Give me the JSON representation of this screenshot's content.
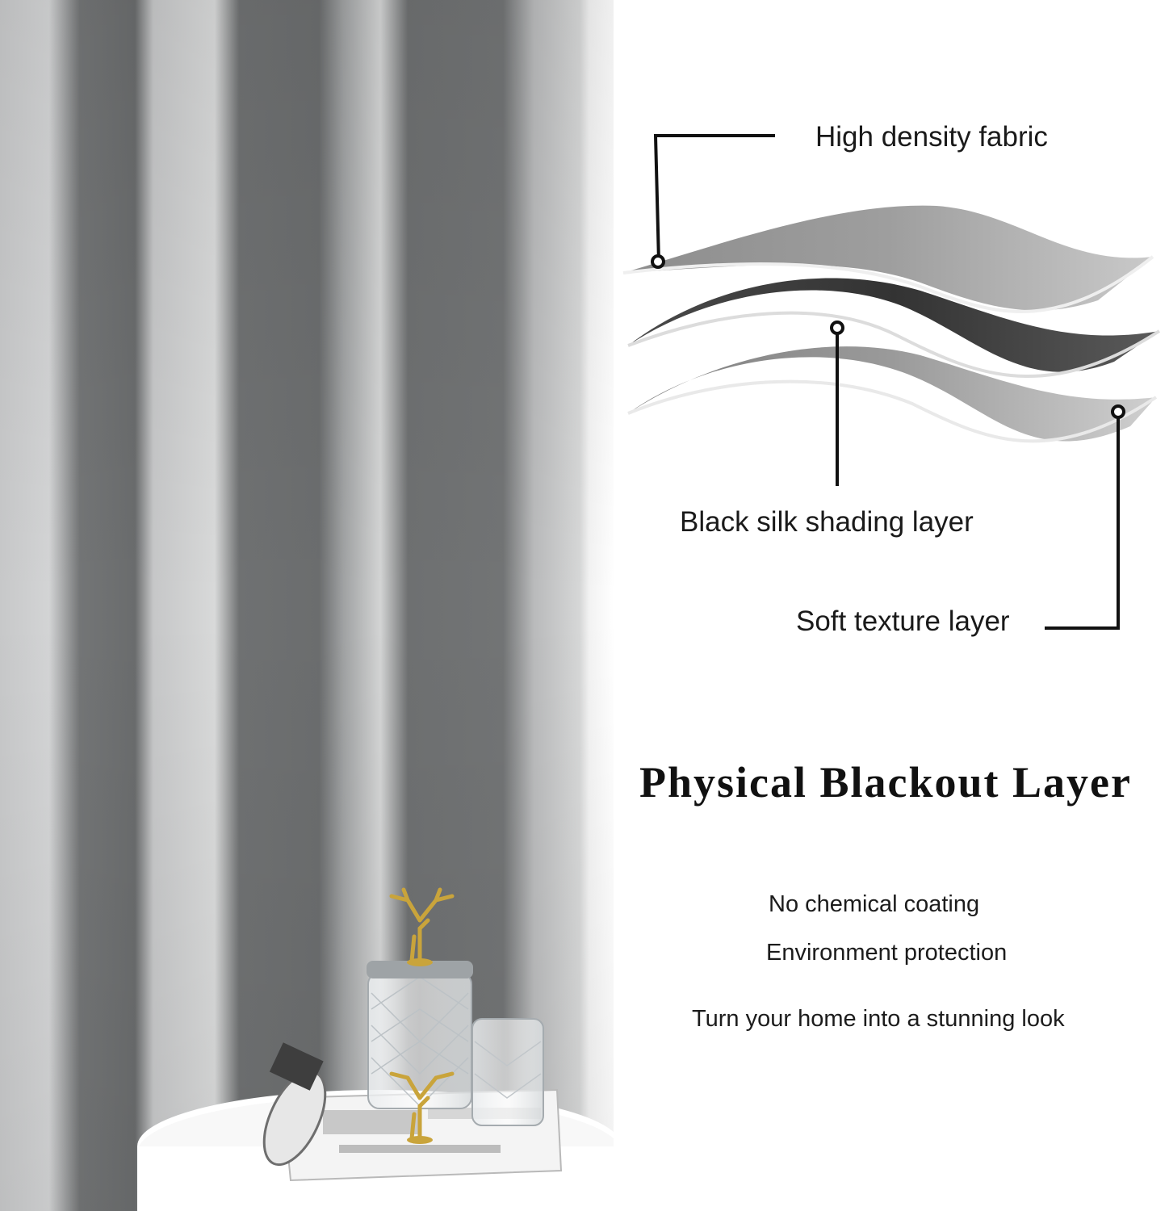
{
  "layers": {
    "top": "High density fabric",
    "middle": "Black silk shading layer",
    "bottom": "Soft texture layer"
  },
  "heading": "Physical Blackout Layer",
  "features": [
    "No chemical coating",
    "Environment protection",
    "Turn your home into a stunning look"
  ],
  "colors": {
    "curtain_dark": "#6c6e6f",
    "curtain_light": "#c9cacb",
    "layer_light": "#b3b3b3",
    "layer_dark": "#3e3e3e",
    "text": "#1a1a1a"
  }
}
